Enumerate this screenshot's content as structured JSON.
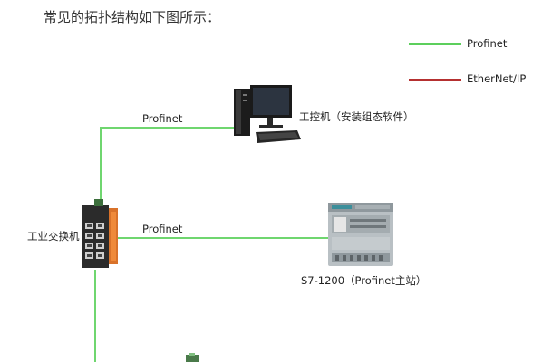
{
  "intro_text": "常见的拓扑结构如下图所示：",
  "legend": [
    {
      "label": "Profinet",
      "color": "#5ccf5c"
    },
    {
      "label": "EtherNet/IP",
      "color": "#b53030"
    }
  ],
  "nodes": {
    "ipc": {
      "label": "工控机（安装组态软件）"
    },
    "switch": {
      "label": "工业交换机"
    },
    "plc": {
      "label": "S7-1200（Profinet主站）"
    }
  },
  "links": {
    "switch_to_ipc": {
      "label": "Profinet"
    },
    "switch_to_plc": {
      "label": "Profinet"
    }
  },
  "icons": [
    "desktop-computer-icon",
    "industrial-switch-icon",
    "plc-icon",
    "device-icon"
  ]
}
